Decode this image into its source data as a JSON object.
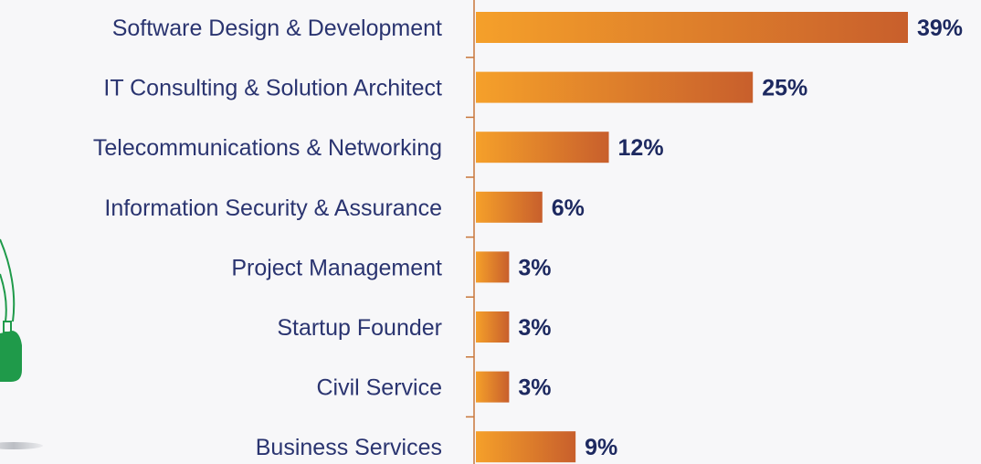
{
  "chart_data": {
    "type": "bar",
    "orientation": "horizontal",
    "categories": [
      "Software Design & Development",
      "IT Consulting & Solution Architect",
      "Telecommunications & Networking",
      "Information Security & Assurance",
      "Project Management",
      "Startup Founder",
      "Civil Service",
      "Business Services"
    ],
    "values": [
      39,
      25,
      12,
      6,
      3,
      3,
      3,
      9
    ],
    "value_labels": [
      "39%",
      "25%",
      "12%",
      "6%",
      "3%",
      "3%",
      "3%",
      "9%"
    ],
    "xlim": [
      0,
      39
    ],
    "grid": false,
    "legend": false,
    "colors": {
      "bar_start": "#f5a02a",
      "bar_end": "#c85f2c",
      "axis": "#c8763a",
      "label_text": "#2a3470",
      "value_text": "#1d2960",
      "decor_green": "#1f9a4a"
    }
  }
}
